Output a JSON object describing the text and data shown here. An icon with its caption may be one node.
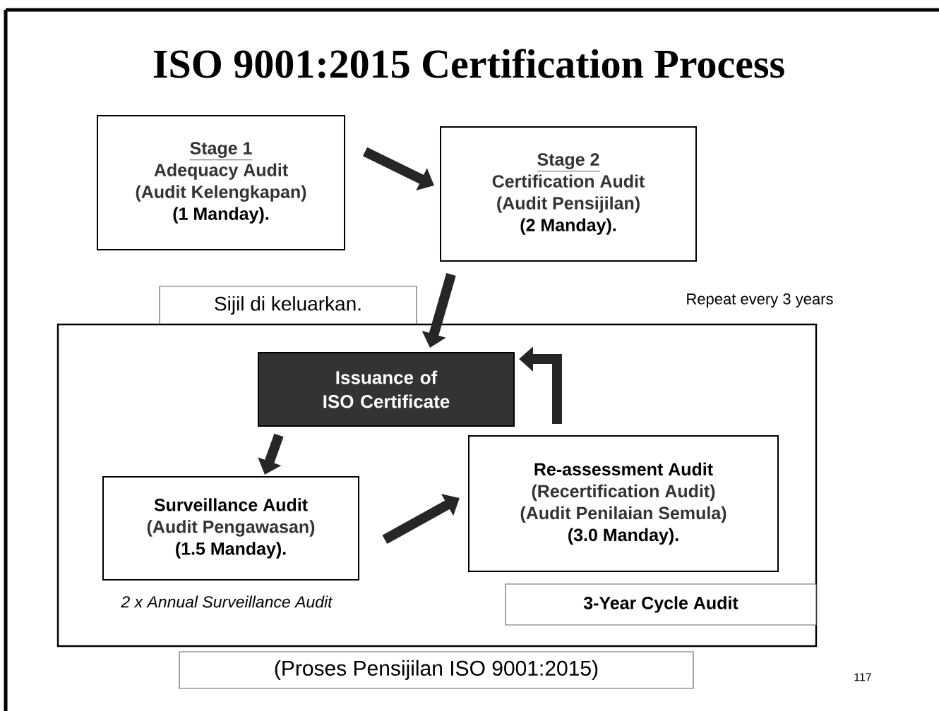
{
  "diagram": {
    "title": "ISO 9001:2015 Certification Process",
    "nodes": [
      {
        "text": [
          "Stage 1",
          "Adequacy Audit",
          "(Audit Kelengkapan)",
          "(1 Manday)."
        ]
      },
      {
        "text": [
          "Stage 2",
          "Certification Audit",
          "(Audit Pensijilan)",
          "(2 Manday)."
        ]
      },
      {
        "text": [
          "Sijil di keluarkan."
        ]
      },
      {
        "text": [],
        "shape": "box"
      },
      {
        "text": [
          "Issuance of ISO Certificate"
        ],
        "in": 3
      },
      {
        "text": [
          "Surveillance Audit",
          "(Audit Pengawasan)",
          "(1.5 Manday)."
        ],
        "in": 3,
        "beside": [
          "2 x Annual Surveillance Audit"
        ]
      },
      {
        "text": [
          "Re-assessment Audit",
          "(Recertification Audit)",
          "(Audit Penilaian Semula)",
          "(3.0 Manday)."
        ],
        "in": 3
      },
      {
        "text": [
          "3-Year Cycle Audit"
        ],
        "in": 3
      },
      {
        "text": [
          "(Proses Pensijilan ISO 9001:2015)"
        ]
      }
    ],
    "edges": [
      {
        "from": 0,
        "to": 1,
        "arrow": "to"
      },
      {
        "from": 1,
        "to": 4,
        "arrow": "to"
      },
      {
        "from": 4,
        "to": 5,
        "arrow": "to"
      },
      {
        "from": 5,
        "to": 6,
        "arrow": "to"
      },
      {
        "from": 6,
        "to": 4,
        "arrow": "to"
      }
    ],
    "labels": [
      "Repeat every 3 years",
      "117"
    ]
  }
}
